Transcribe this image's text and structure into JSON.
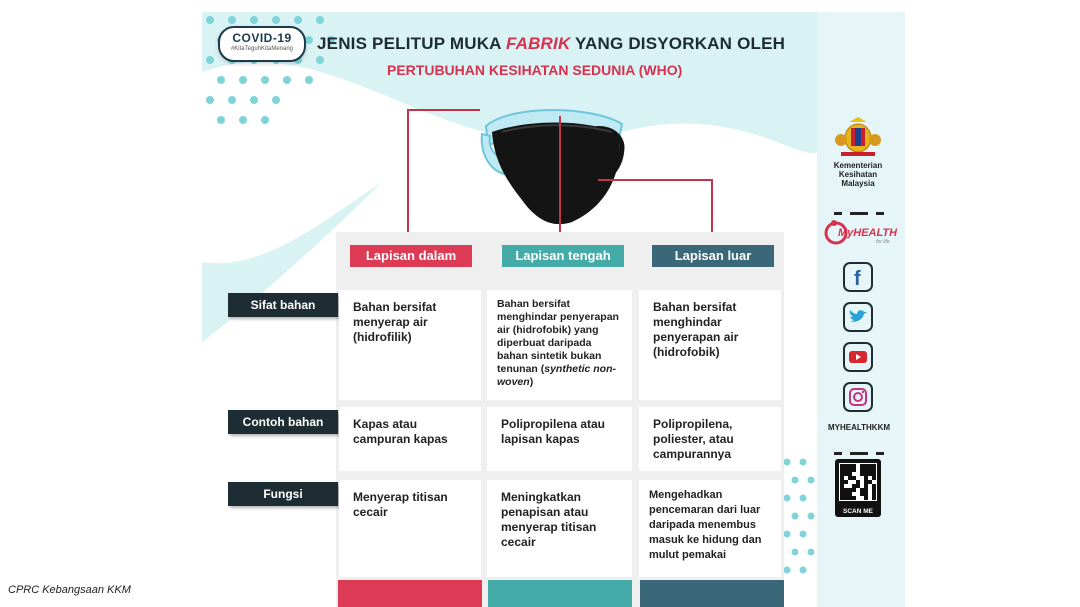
{
  "poster": {
    "badge": {
      "main": "COVID-19",
      "sub": "#KitaTeguhKitaMenang"
    },
    "title": {
      "pre": "JENIS PELITUP MUKA ",
      "highlight": "FABRIK",
      "post": " YANG DISYORKAN OLEH"
    },
    "subtitle": "PERTUBUHAN KESIHATAN SEDUNIA (WHO)",
    "columns": [
      {
        "label": "Lapisan dalam",
        "color": "#dc3a55"
      },
      {
        "label": "Lapisan tengah",
        "color": "#45aba8"
      },
      {
        "label": "Lapisan luar",
        "color": "#3b6878"
      }
    ],
    "rows": [
      {
        "label": "Sifat bahan",
        "cells": [
          "Bahan bersifat menyerap air (hidrofilik)",
          [
            "Bahan bersifat menghindar penyerapan air (hidrofobik) yang diperbuat daripada bahan sintetik bukan tenunan (",
            "synthetic non-woven",
            ")"
          ],
          "Bahan bersifat menghindar penyerapan air (hidrofobik)"
        ]
      },
      {
        "label": "Contoh bahan",
        "cells": [
          "Kapas atau campuran kapas",
          "Polipropilena atau lapisan kapas",
          "Polipropilena, poliester, atau campurannya"
        ]
      },
      {
        "label": "Fungsi",
        "cells": [
          "Menyerap titisan cecair",
          "Meningkatkan penapisan atau menyerap titisan cecair",
          "Mengehadkan pencemaran dari luar daripada menembus masuk ke hidung dan mulut pemakai"
        ]
      }
    ],
    "sidebar": {
      "ministry": "Kementerian Kesihatan Malaysia",
      "myhealth": "MyHEALTH",
      "myhealth_tag": "for life",
      "social": [
        "facebook-icon",
        "twitter-icon",
        "youtube-icon",
        "instagram-icon"
      ],
      "handle": "MYHEALTHKKM",
      "qr_label": "SCAN ME"
    }
  },
  "credit": "CPRC Kebangsaan KKM"
}
